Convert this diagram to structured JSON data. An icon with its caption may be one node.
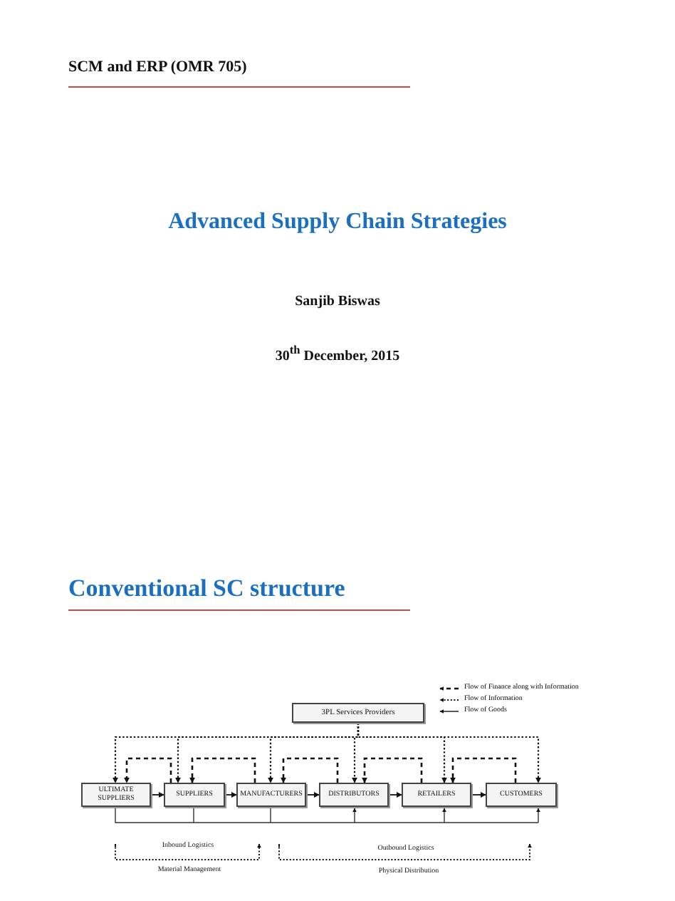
{
  "diagram": {
    "title": "Advanced Supply Chain Strategies",
    "nodes": [
      {
        "text": [
          "3PL Services Providers"
        ]
      },
      {
        "text": [
          "ULTIMATE SUPPLIERS"
        ]
      },
      {
        "text": [
          "SUPPLIERS"
        ]
      },
      {
        "text": [
          "MANUFACTURERS"
        ]
      },
      {
        "text": [
          "DISTRIBUTORS"
        ]
      },
      {
        "text": [
          "RETAILERS"
        ]
      },
      {
        "text": [
          "CUSTOMERS"
        ]
      }
    ],
    "edges": [
      {
        "from": 1,
        "to": 2,
        "arrow": "to"
      },
      {
        "from": 2,
        "to": 3,
        "arrow": "to"
      },
      {
        "from": 3,
        "to": 4,
        "arrow": "to"
      },
      {
        "from": 4,
        "to": 5,
        "arrow": "to"
      },
      {
        "from": 5,
        "to": 6,
        "arrow": "to"
      },
      {
        "from": 2,
        "to": 1,
        "arrow": "to",
        "style": "dashed"
      },
      {
        "from": 3,
        "to": 2,
        "arrow": "to",
        "style": "dashed"
      },
      {
        "from": 4,
        "to": 3,
        "arrow": "to",
        "style": "dashed"
      },
      {
        "from": 5,
        "to": 4,
        "arrow": "to",
        "style": "dashed"
      },
      {
        "from": 6,
        "to": 5,
        "arrow": "to",
        "style": "dashed"
      },
      {
        "from": 0,
        "to": 1,
        "arrow": "to",
        "style": "dashed"
      },
      {
        "from": 0,
        "to": 2,
        "arrow": "to",
        "style": "dashed"
      },
      {
        "from": 0,
        "to": 3,
        "arrow": "to",
        "style": "dashed"
      },
      {
        "from": 0,
        "to": 4,
        "arrow": "to",
        "style": "dashed"
      },
      {
        "from": 0,
        "to": 5,
        "arrow": "to",
        "style": "dashed"
      },
      {
        "from": 0,
        "to": 6,
        "arrow": "to",
        "style": "dashed"
      }
    ],
    "labels": [
      "SCM and ERP (OMR 705)",
      "Sanjib Biswas",
      "30$^{th}$ December, 2015",
      "Conventional SC structure",
      "Inbound Logistics",
      "Material Management",
      "Outbound Logistics",
      "Physical Distribution"
    ],
    "legend": [
      {
        "text": "Flow of Finance along with Information"
      },
      {
        "text": "Flow of Information"
      },
      {
        "text": "Flow of Goods"
      }
    ]
  }
}
